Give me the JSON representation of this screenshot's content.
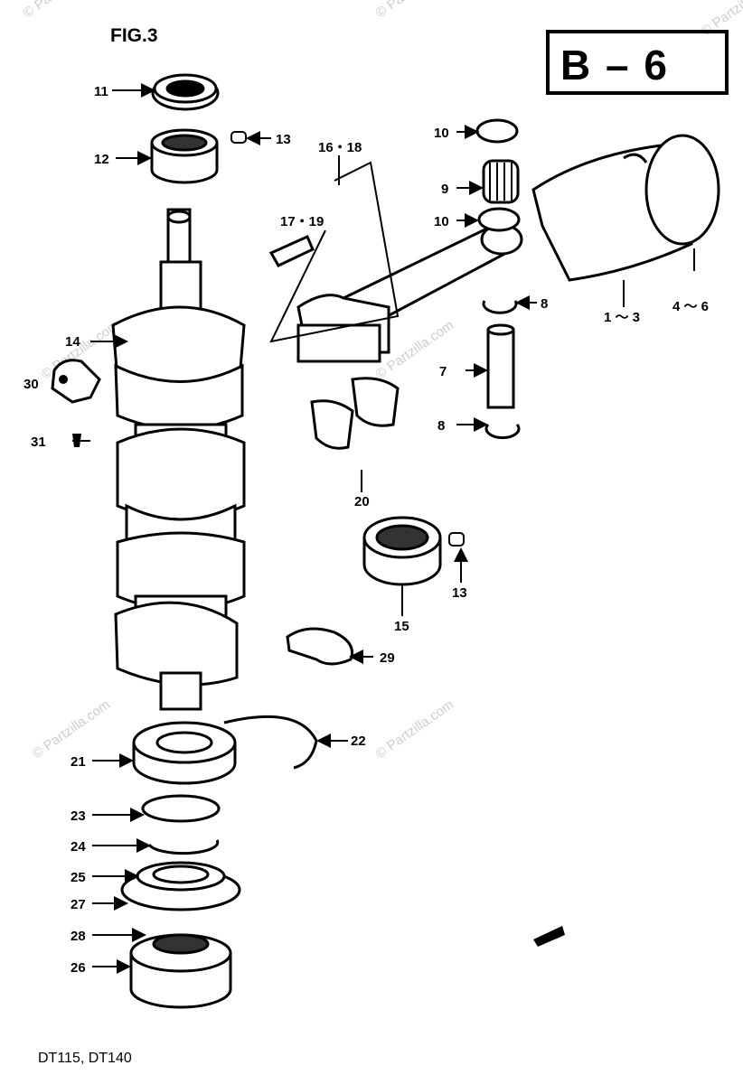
{
  "figure": {
    "label": "FIG.3",
    "code": "B – 6"
  },
  "models": "DT115,  DT140",
  "watermark": "© Partzilla.com",
  "parts": [
    {
      "ref": "11"
    },
    {
      "ref": "12"
    },
    {
      "ref": "13"
    },
    {
      "ref": "16・18"
    },
    {
      "ref": "17・19"
    },
    {
      "ref": "10"
    },
    {
      "ref": "9"
    },
    {
      "ref": "10"
    },
    {
      "ref": "8"
    },
    {
      "ref": "1 ～ 3"
    },
    {
      "ref": "4 ～ 6"
    },
    {
      "ref": "14"
    },
    {
      "ref": "30"
    },
    {
      "ref": "31"
    },
    {
      "ref": "7"
    },
    {
      "ref": "8"
    },
    {
      "ref": "20"
    },
    {
      "ref": "15"
    },
    {
      "ref": "13"
    },
    {
      "ref": "29"
    },
    {
      "ref": "22"
    },
    {
      "ref": "21"
    },
    {
      "ref": "23"
    },
    {
      "ref": "24"
    },
    {
      "ref": "25"
    },
    {
      "ref": "27"
    },
    {
      "ref": "28"
    },
    {
      "ref": "26"
    }
  ]
}
